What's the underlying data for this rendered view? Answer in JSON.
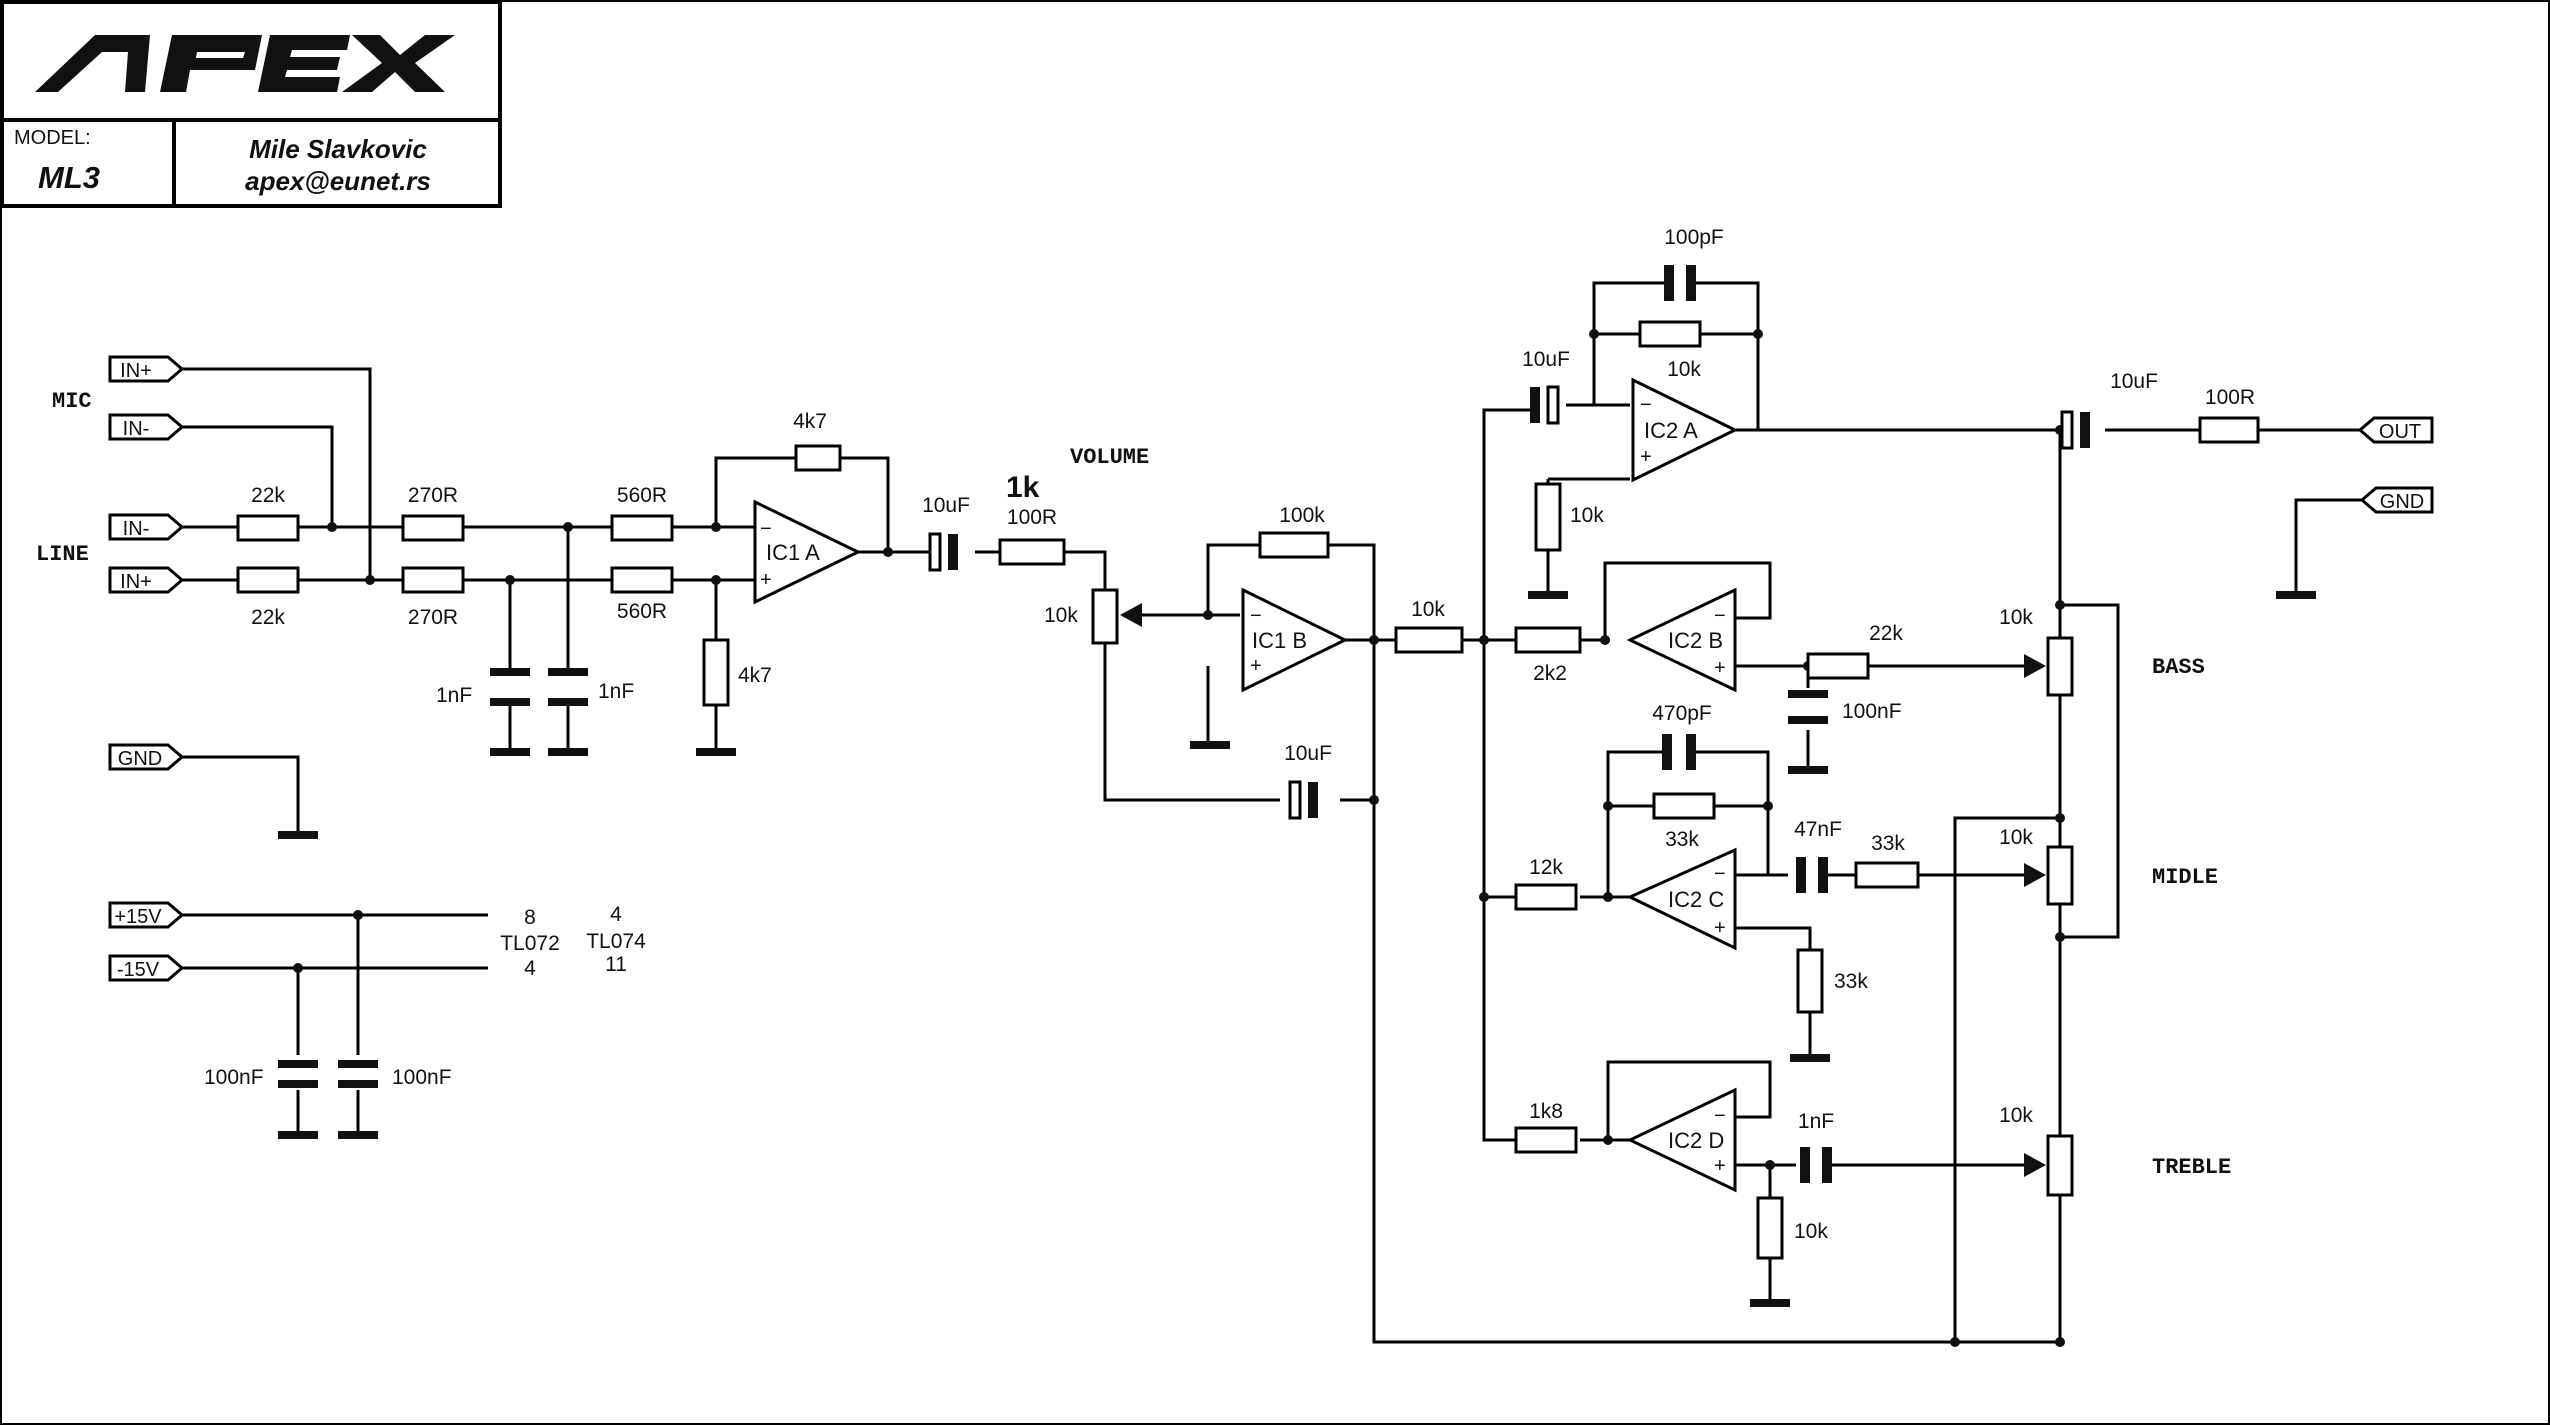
{
  "title_block": {
    "logo_text": "APEX",
    "model_label": "MODEL:",
    "model_value": "ML3",
    "author": "Mile Slavkovic",
    "email": "apex@eunet.rs"
  },
  "ports": {
    "mic_in_plus": "IN+",
    "mic_in_minus": "IN-",
    "line_in_minus": "IN-",
    "line_in_plus": "IN+",
    "gnd_left": "GND",
    "pos_supply": "+15V",
    "neg_supply": "-15V",
    "out": "OUT",
    "gnd_right": "GND"
  },
  "labels": {
    "mic": "MIC",
    "line": "LINE",
    "volume": "VOLUME",
    "volume_big": "1k",
    "bass": "BASS",
    "midle": "MIDLE",
    "treble": "TREBLE"
  },
  "ics": {
    "ic1a": "IC1 A",
    "ic1b": "IC1 B",
    "ic2a": "IC2 A",
    "ic2b": "IC2 B",
    "ic2c": "IC2 C",
    "ic2d": "IC2 D"
  },
  "power_pins": {
    "p8": "8",
    "tl072": "TL072",
    "p4a": "4",
    "p4b": "4",
    "tl074": "TL074",
    "p11": "11"
  },
  "components": {
    "r_22k_top": "22k",
    "r_22k_bot": "22k",
    "r_270_top": "270R",
    "r_270_bot": "270R",
    "r_560_top": "560R",
    "r_560_bot": "560R",
    "c_1nf_a": "1nF",
    "c_1nf_b": "1nF",
    "r_4k7_fb": "4k7",
    "r_4k7_gnd": "4k7",
    "c_10uf_1": "10uF",
    "r_100r_1": "100R",
    "pot_vol": "10k",
    "r_100k": "100k",
    "c_10uf_2": "10uF",
    "r_10k_mid": "10k",
    "c_10uf_3": "10uF",
    "c_100pf": "100pF",
    "r_10k_fb": "10k",
    "r_10k_gnd": "10k",
    "r_2k2": "2k2",
    "r_22k_bass": "22k",
    "c_100nf_bass": "100nF",
    "c_470pf": "470pF",
    "r_33k_fb": "33k",
    "r_12k": "12k",
    "c_47nf": "47nF",
    "r_33k_mid": "33k",
    "r_33k_gnd": "33k",
    "r_1k8": "1k8",
    "c_1nf_treb": "1nF",
    "r_10k_treb": "10k",
    "c_10uf_out": "10uF",
    "r_100r_out": "100R",
    "pot_bass": "10k",
    "pot_midle": "10k",
    "pot_treble": "10k",
    "c_100nf_s1": "100nF",
    "c_100nf_s2": "100nF"
  }
}
